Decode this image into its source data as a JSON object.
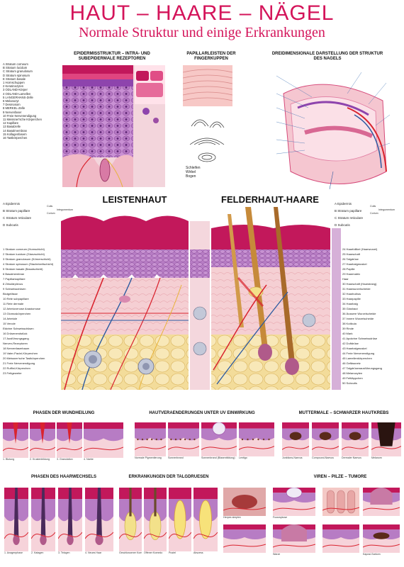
{
  "title": "HAUT – HAARE – NÄGEL",
  "subtitle": "Normale Struktur und einige Erkrankungen",
  "sections": {
    "epidermis": "EPIDERMISSTRUKTUR – INTRA- UND SUBEPIDERMALE REZEPTOREN",
    "papillar": "PAPILLARLEISTEN DER FINGERKUPPEN",
    "nail": "DREIDIMENSIONALE DARSTELLUNG DER STRUKTUR DES NAGELS",
    "leistenhaut": "LEISTENHAUT",
    "felderhaut": "FELDERHAUT-HAARE",
    "wundheilung": "PHASEN DER WUNDHEILUNG",
    "uv": "HAUTVERAENDERUNGEN UNTER UV EINWIRKUNG",
    "muttermale": "MUTTERMALE – SCHWARZER HAUTKREBS",
    "haarwechsel": "PHASEN DES HAARWECHSELS",
    "talgdruesen": "ERKRANKUNGEN DER TALGDRUESEN",
    "viren": "VIREN – PILZE – TUMORE"
  },
  "epidermis_legend": [
    "A  Stratum corneum",
    "B  Stratum lucidum",
    "C  Stratum granulosum",
    "D  Stratum spinosum",
    "E  Stratum basale",
    "1  Hornschuppen",
    "2  Keratinozyten",
    "3  ODLAND-Körper",
    "4  ODLAND-Lamellen",
    "5  LANGERHANS-Zelle",
    "6  Melanozyt",
    "7  Desmosom",
    "8  MERKEL-Zelle",
    "9  Nervenfaser",
    "10 Freie Nervenendigung",
    "11 Meissner'sche Körperchen",
    "12 Kapillare",
    "13 Basalzelle",
    "14 Basalmembran",
    "15 Kollagenfasern",
    "16 Tastkörperchen"
  ],
  "layers_legend": [
    "A  Epidermis",
    "B  Stratum papillare",
    "C  Stratum reticulare",
    "D  Subcutis"
  ],
  "layer_groups": {
    "cutis": "Cutis",
    "integumentum": "Integumentum",
    "corium": "Corium"
  },
  "left_legend": [
    "1  Stratum corneum (Hornschicht)",
    "2  Stratum lucidum (Glanzschicht)",
    "3  Stratum granulosum (Körnerschicht)",
    "4  Stratum spinosum (Stachelzellschicht)",
    "5  Stratum basale (Basalschicht)",
    "6  Basalmembran",
    "7  Papillarkapillare",
    "8  Zirkulärplexus",
    "9  Schweissdrüsen",
    "Blutgefässe",
    "10 Rete subpapillare",
    "11 Rete dermale",
    "12 Arteriovenose Anastomose",
    "13 Glomuskörperchen",
    "14 Arteriole",
    "15 Venole",
    "Ekkrine Schweissdrüsen",
    "16 Drüsenendstück",
    "17 Ausführungsgang",
    "Nerven-Rezeptoren",
    "18 Nervenfaserbaum",
    "19 Vater-Pacini-Körperchen",
    "20 Meissner'sche Tastkörperchen",
    "21 Freie Nervenendigung",
    "22 Ruffini-Körperchen",
    "23 Fettgewebe"
  ],
  "right_legend": [
    "24 Haarfollikel (Haarwurzel)",
    "25 Haarschaft",
    "26 Talgdrüse",
    "27 Haarbalgmuskel",
    "28 Papille",
    "29 Haarmatrix",
    "Haar",
    "30 Haarschaft (Haarstrang)",
    "31 Haarwurzelscheide",
    "32 Haarbulbus",
    "33 Haarpapille",
    "34 Haarbalg",
    "35 Glashaut",
    "36 Äussere Wurzelscheide",
    "37 Innere Wurzelscheide",
    "38 Kutikula",
    "39 Rinde",
    "40 Mark",
    "41 Apokrine Schweissdrüse",
    "42 Duftdrüse",
    "43 Haarbalgmuskel",
    "44 Freie Nervenendigung",
    "45 Lamellenkörperchen",
    "46 Gefässnetz",
    "47 Talgdrüsenausführungsgang",
    "48 Melanozyten",
    "49 Fettläppchen",
    "50 Subcutis"
  ],
  "papillar_labels": [
    "Schleifen",
    "Wirbel",
    "Bogen"
  ],
  "wound_labels": [
    "1. Blutung",
    "2. Krustenbildung",
    "3. Granulation",
    "4. Narbe"
  ],
  "uv_labels": [
    "Normale Pigmentierung",
    "Sonnenbrand",
    "Sonnenbrand (Blasenbildung)",
    "Lentigo"
  ],
  "mole_labels": [
    "Junktions-Naevus",
    "Compound-Naevus",
    "Dermaler Naevus",
    "Melanom"
  ],
  "hair_labels": [
    "1. Anagenphase",
    "2. Katagen",
    "3. Telogen",
    "4. Neues Haar"
  ],
  "sebaceous_labels": [
    "Geschlossener Komedo",
    "Offener Komedo",
    "Pustel",
    "Abszess"
  ],
  "virus_labels": [
    "Herpes simplex",
    "Fussmykose",
    "Warze",
    "Kaposi-Sarkom"
  ],
  "colors": {
    "title": "#d4145a",
    "epidermis": "#c21e5a",
    "dermis": "#f2c4c8",
    "cells": "#9b4ea5",
    "fat": "#f7e8b0",
    "vessel_red": "#d9232e",
    "vessel_blue": "#2c5aa0",
    "nerve": "#e8b33a"
  }
}
